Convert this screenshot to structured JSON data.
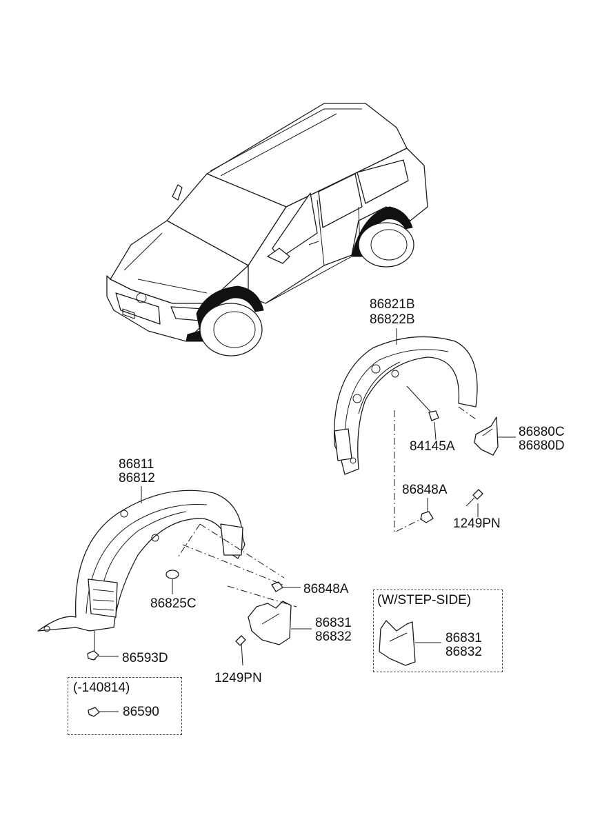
{
  "diagram": {
    "labels": {
      "rear_liner": [
        "86821B",
        "86822B"
      ],
      "rear_clip": "84145A",
      "rear_mudguard": [
        "86880C",
        "86880D"
      ],
      "rear_nut": "86848A",
      "rear_screw": "1249PN",
      "front_liner": [
        "86811",
        "86812"
      ],
      "front_plug": "86825C",
      "front_nut": "86848A",
      "front_mudguard": [
        "86831",
        "86832"
      ],
      "front_screw": "1249PN",
      "front_fastener": "86593D",
      "step_side_mudguard": [
        "86831",
        "86832"
      ],
      "legacy_fastener": "86590"
    },
    "boxes": {
      "step_side_title": "(W/STEP-SIDE)",
      "date_title": "(-140814)"
    }
  }
}
